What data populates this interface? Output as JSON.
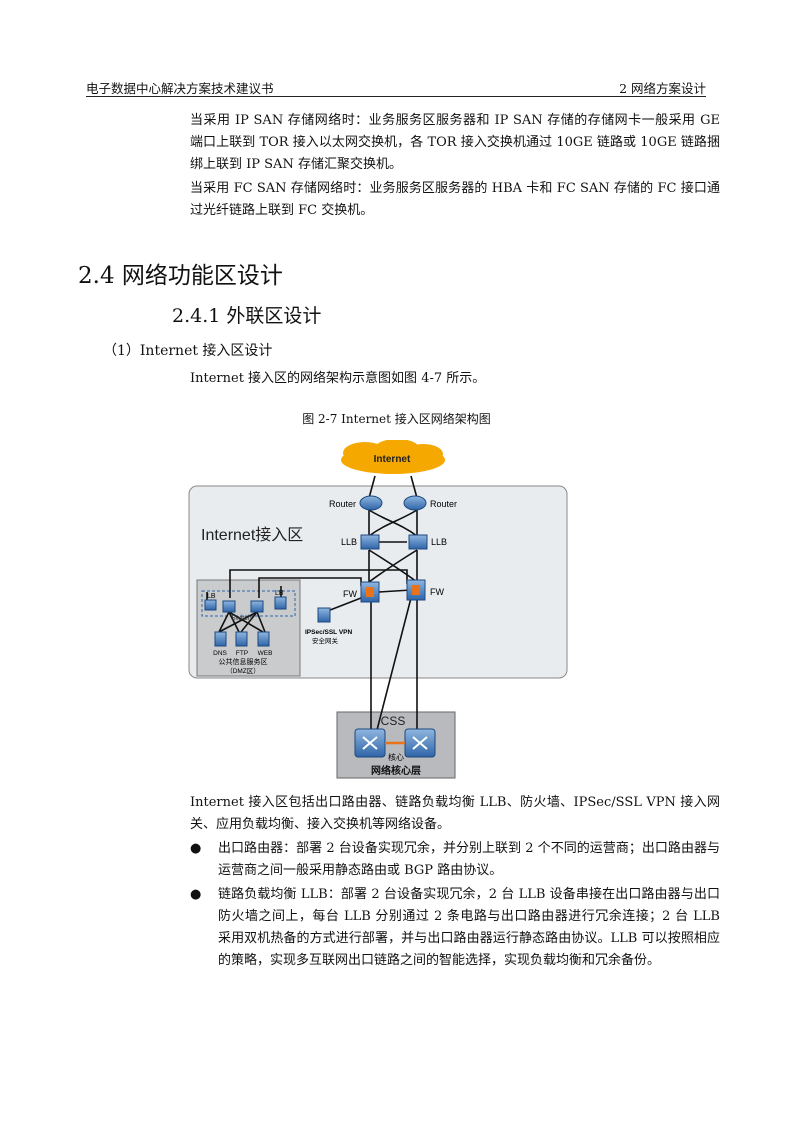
{
  "header": {
    "left": "电子数据中心解决方案技术建议书",
    "right": "2  网络方案设计"
  },
  "paragraphs": {
    "p1": "当采用 IP SAN 存储网络时：业务服务区服务器和 IP SAN 存储的存储网卡一般采用 GE 端口上联到 TOR 接入以太网交换机，各 TOR 接入交换机通过 10GE 链路或 10GE 链路捆绑上联到 IP SAN 存储汇聚交换机。",
    "p2": "当采用 FC SAN 存储网络时：业务服务区服务器的 HBA 卡和 FC SAN 存储的 FC 接口通过光纤链路上联到 FC 交换机。",
    "p3": "Internet 接入区的网络架构示意图如图 4-7 所示。",
    "p4": "Internet 接入区包括出口路由器、链路负载均衡 LLB、防火墙、IPSec/SSL VPN 接入网关、应用负载均衡、接入交换机等网络设备。"
  },
  "headings": {
    "h2": "2.4  网络功能区设计",
    "h3": "2.4.1  外联区设计",
    "h4": "（1）Internet 接入区设计"
  },
  "figure": {
    "caption": "图 2-7  Internet 接入区网络架构图",
    "cloud": "Internet",
    "zone_title": "Internet接入区",
    "router_left": "Router",
    "router_right": "Router",
    "llb_left": "LLB",
    "llb_right": "LLB",
    "fw_left": "FW",
    "fw_right": "FW",
    "lb_left": "LB",
    "lb_right": "LB",
    "switch": "Switch",
    "vpn_line1": "IPSec/SSL VPN",
    "vpn_line2": "安全网关",
    "servers": [
      "DNS",
      "FTP",
      "WEB"
    ],
    "dmz_line1": "公共信息服务区",
    "dmz_line2": "（DMZ区）",
    "css": "CSS",
    "core_small": "核心",
    "core": "网络核心层",
    "colors": {
      "zone_bg": "#e9ecef",
      "dmz_bg": "#c9cbcd",
      "core_bg": "#b8babd",
      "cloud": "#f5a800",
      "device": "#4a82c5",
      "fw": "#e8731a"
    }
  },
  "bullets": [
    {
      "symbol": "●",
      "text": "出口路由器：部署 2 台设备实现冗余，并分别上联到 2 个不同的运营商；出口路由器与运营商之间一般采用静态路由或 BGP 路由协议。"
    },
    {
      "symbol": "●",
      "text": "链路负载均衡 LLB：部署 2 台设备实现冗余，2 台 LLB 设备串接在出口路由器与出口防火墙之间上，每台 LLB 分别通过 2 条电路与出口路由器进行冗余连接；2 台 LLB 采用双机热备的方式进行部署，并与出口路由器运行静态路由协议。LLB 可以按照相应的策略，实现多互联网出口链路之间的智能选择，实现负载均衡和冗余备份。"
    }
  ]
}
